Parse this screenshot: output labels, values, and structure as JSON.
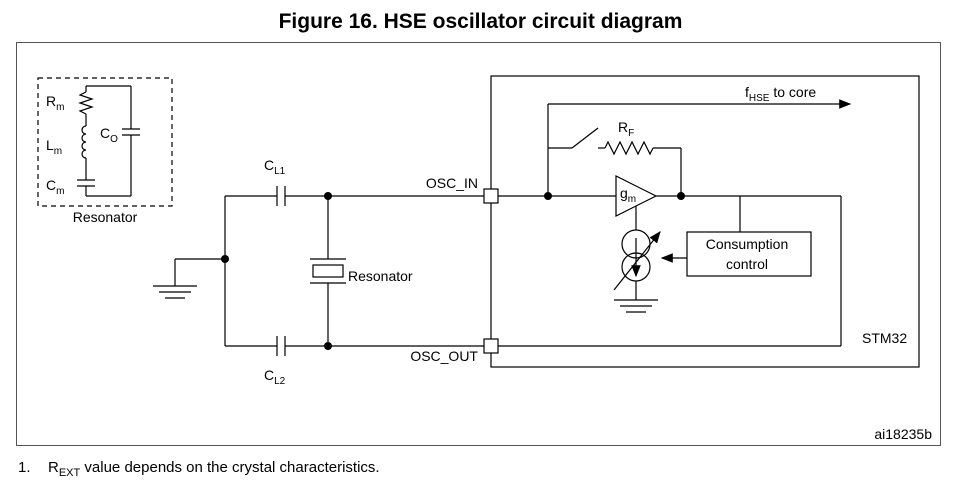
{
  "figure": {
    "title": "Figure 16. HSE oscillator circuit diagram",
    "id_code": "ai18235b"
  },
  "labels": {
    "rm_main": "R",
    "rm_sub": "m",
    "lm_main": "L",
    "lm_sub": "m",
    "cm_main": "C",
    "cm_sub": "m",
    "co_main": "C",
    "co_sub": "O",
    "resonator_model": "Resonator",
    "cl1_main": "C",
    "cl1_sub": "L1",
    "cl2_main": "C",
    "cl2_sub": "L2",
    "resonator": "Resonator",
    "osc_in": "OSC_IN",
    "osc_out": "OSC_OUT",
    "fhse_main": "f",
    "fhse_sub": "HSE",
    "fhse_rest": " to core",
    "rf_main": "R",
    "rf_sub": "F",
    "gm_main": "g",
    "gm_sub": "m",
    "consumption_line1": "Consumption",
    "consumption_line2": "control",
    "stm32": "STM32"
  },
  "footnote": {
    "number": "1.",
    "r_main": "R",
    "r_sub": "EXT",
    "text": " value depends on the crystal characteristics."
  }
}
